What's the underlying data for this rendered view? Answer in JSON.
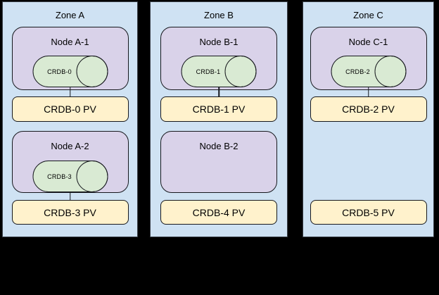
{
  "colors": {
    "background": "#000000",
    "zone_fill": "#cfe2f3",
    "zone_border": "#3a4048",
    "node_fill": "#d9d2e9",
    "pod_fill": "#d9ead3",
    "pv_fill": "#fff2cc",
    "shape_border": "#16181d",
    "text": "#000000"
  },
  "zones": [
    {
      "label": "Zone A",
      "slots": [
        {
          "node": "Node A-1",
          "pod": "CRDB-0",
          "pv": "CRDB-0 PV",
          "connector": true
        },
        {
          "node": "Node A-2",
          "pod": "CRDB-3",
          "pv": "CRDB-3 PV",
          "connector": true
        }
      ]
    },
    {
      "label": "Zone B",
      "slots": [
        {
          "node": "Node B-1",
          "pod": "CRDB-1",
          "pv": "CRDB-1 PV",
          "connector": true
        },
        {
          "node": "Node B-2",
          "pod": null,
          "pv": "CRDB-4 PV",
          "connector": false
        }
      ]
    },
    {
      "label": "Zone C",
      "slots": [
        {
          "node": "Node C-1",
          "pod": "CRDB-2",
          "pv": "CRDB-2 PV",
          "connector": true
        },
        {
          "node": null,
          "pod": null,
          "pv": "CRDB-5 PV",
          "connector": false
        }
      ]
    }
  ]
}
